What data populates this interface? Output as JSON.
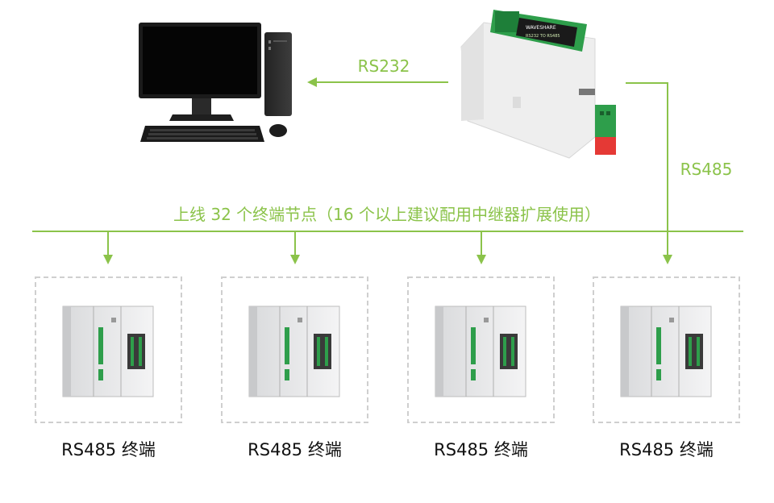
{
  "links": {
    "rs232_label": "RS232",
    "rs485_label": "RS485"
  },
  "bus": {
    "caption": "上线 32 个终端节点（16 个以上建议配用中继器扩展使用）"
  },
  "terminals": [
    {
      "label": "RS485 终端"
    },
    {
      "label": "RS485 终端"
    },
    {
      "label": "RS485 终端"
    },
    {
      "label": "RS485 终端"
    }
  ],
  "device_screen": {
    "brand": "WAVESHARE",
    "model": "RS232 TO RS485"
  },
  "colors": {
    "line": "#8bc34a",
    "box_border": "#cfcfcf",
    "terminal_label": "#111111",
    "connector_green": "#2e9e4b",
    "connector_red": "#e53935"
  }
}
